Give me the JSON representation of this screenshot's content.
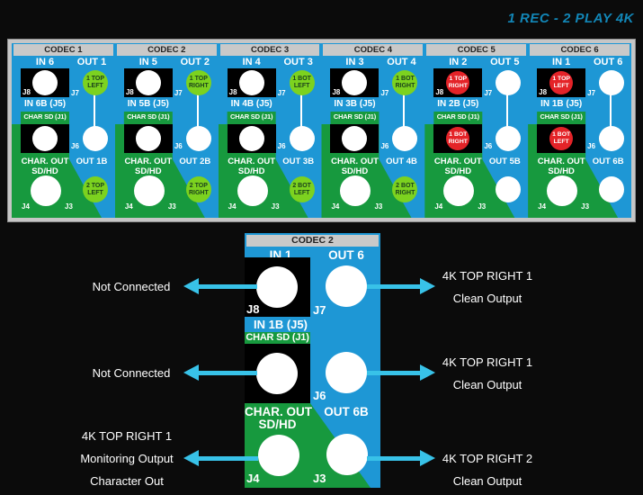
{
  "title": "1 REC - 2 PLAY 4K",
  "colors": {
    "blue": "#1E97D5",
    "green": "#17993E",
    "pad_green": "#7CD21F",
    "red": "#E42328",
    "cyan": "#38C2E8",
    "frame": "#C6C6C6",
    "header_gray": "#C9C9C9",
    "title": "#1287B8"
  },
  "panel": {
    "common": {
      "char_sd": "CHAR SD (J1)",
      "char_out_1": "CHAR. OUT",
      "char_out_2": "SD/HD",
      "j8": "J8",
      "j7": "J7",
      "j6": "J6",
      "j4": "J4",
      "j3": "J3"
    },
    "codecs": [
      {
        "name": "CODEC 1",
        "in": "IN 6",
        "out": "OUT 1",
        "in_b": "IN 6B (J5)",
        "out_b": "OUT 1B",
        "j8_jack": {
          "style": "white",
          "line1": "",
          "line2": ""
        },
        "j6_jack": {
          "style": "white",
          "line1": "",
          "line2": ""
        },
        "j7_circle": {
          "style": "green",
          "line1": "1 TOP",
          "line2": "LEFT"
        },
        "j3_circle": {
          "style": "green",
          "line1": "2 TOP",
          "line2": "LEFT"
        }
      },
      {
        "name": "CODEC 2",
        "in": "IN 5",
        "out": "OUT 2",
        "in_b": "IN 5B (J5)",
        "out_b": "OUT 2B",
        "j8_jack": {
          "style": "white",
          "line1": "",
          "line2": ""
        },
        "j6_jack": {
          "style": "white",
          "line1": "",
          "line2": ""
        },
        "j7_circle": {
          "style": "green",
          "line1": "1 TOP",
          "line2": "RIGHT"
        },
        "j3_circle": {
          "style": "green",
          "line1": "2 TOP",
          "line2": "RIGHT"
        }
      },
      {
        "name": "CODEC 3",
        "in": "IN 4",
        "out": "OUT 3",
        "in_b": "IN 4B (J5)",
        "out_b": "OUT 3B",
        "j8_jack": {
          "style": "white",
          "line1": "",
          "line2": ""
        },
        "j6_jack": {
          "style": "white",
          "line1": "",
          "line2": ""
        },
        "j7_circle": {
          "style": "green",
          "line1": "1 BOT",
          "line2": "LEFT"
        },
        "j3_circle": {
          "style": "green",
          "line1": "2 BOT",
          "line2": "LEFT"
        }
      },
      {
        "name": "CODEC 4",
        "in": "IN 3",
        "out": "OUT 4",
        "in_b": "IN 3B (J5)",
        "out_b": "OUT 4B",
        "j8_jack": {
          "style": "white",
          "line1": "",
          "line2": ""
        },
        "j6_jack": {
          "style": "white",
          "line1": "",
          "line2": ""
        },
        "j7_circle": {
          "style": "green",
          "line1": "1 BOT",
          "line2": "RIGHT"
        },
        "j3_circle": {
          "style": "green",
          "line1": "2 BOT",
          "line2": "RIGHT"
        }
      },
      {
        "name": "CODEC 5",
        "in": "IN 2",
        "out": "OUT 5",
        "in_b": "IN 2B (J5)",
        "out_b": "OUT 5B",
        "j8_jack": {
          "style": "red",
          "line1": "1 TOP",
          "line2": "RIGHT"
        },
        "j6_jack": {
          "style": "red",
          "line1": "1 BOT",
          "line2": "RIGHT"
        },
        "j7_circle": {
          "style": "white",
          "line1": "",
          "line2": ""
        },
        "j3_circle": {
          "style": "white",
          "line1": "",
          "line2": ""
        }
      },
      {
        "name": "CODEC 6",
        "in": "IN 1",
        "out": "OUT 6",
        "in_b": "IN 1B (J5)",
        "out_b": "OUT 6B",
        "j8_jack": {
          "style": "red",
          "line1": "1 TOP",
          "line2": "LEFT"
        },
        "j6_jack": {
          "style": "red",
          "line1": "1 BOT",
          "line2": "LEFT"
        },
        "j7_circle": {
          "style": "white",
          "line1": "",
          "line2": ""
        },
        "j3_circle": {
          "style": "white",
          "line1": "",
          "line2": ""
        }
      }
    ]
  },
  "detail": {
    "name": "CODEC 2",
    "in": "IN 1",
    "out": "OUT 6",
    "in_b": "IN 1B (J5)",
    "out_b": "OUT 6B",
    "char_sd": "CHAR SD (J1)",
    "char_out_1": "CHAR. OUT",
    "char_out_2": "SD/HD",
    "j8": "J8",
    "j7": "J7",
    "j6": "J6",
    "j4": "J4",
    "j3": "J3",
    "left_labels": [
      [
        "Not Connected"
      ],
      [
        "Not Connected"
      ],
      [
        "4K TOP RIGHT 1",
        "Monitoring Output",
        "Character Out"
      ]
    ],
    "right_labels": [
      [
        "4K TOP RIGHT 1",
        "Clean Output"
      ],
      [
        "4K TOP RIGHT 1",
        "Clean Output"
      ],
      [
        "4K TOP RIGHT 2",
        "Clean Output"
      ]
    ]
  }
}
